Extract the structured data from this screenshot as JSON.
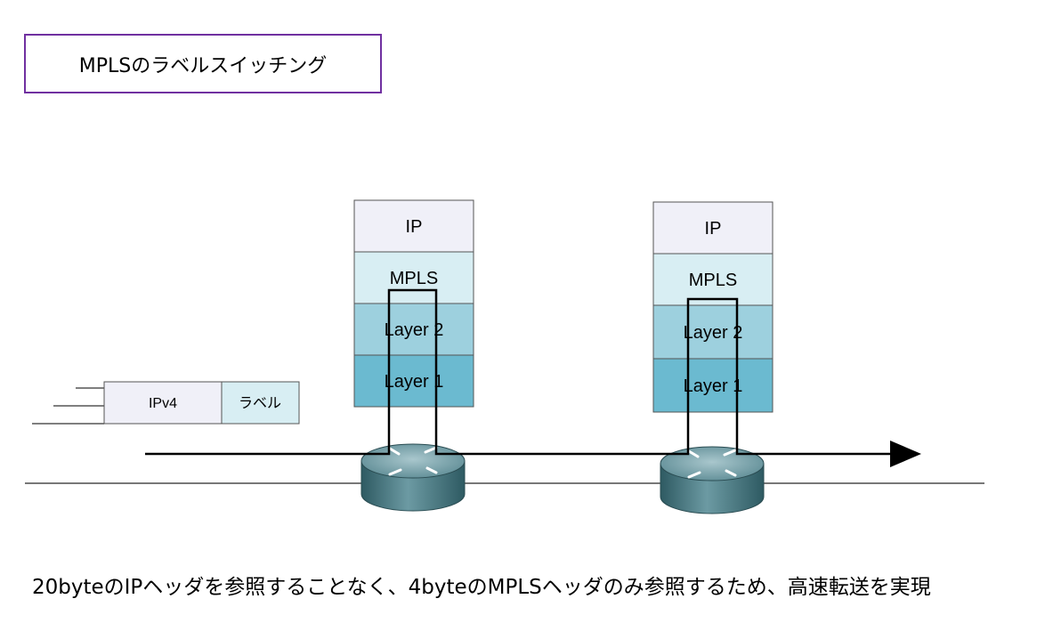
{
  "title": "MPLSのラベルスイッチング",
  "packet": {
    "ipv4_label": "IPv4",
    "label_label": "ラベル"
  },
  "stacks": [
    {
      "layers": [
        "IP",
        "MPLS",
        "Layer 2",
        "Layer 1"
      ]
    },
    {
      "layers": [
        "IP",
        "MPLS",
        "Layer 2",
        "Layer 1"
      ]
    }
  ],
  "colors": {
    "title_border": "#7030a0",
    "layer_ip": "#f0f0f8",
    "layer_mpls": "#d8eef3",
    "layer_l2": "#9dd0de",
    "layer_l1": "#6bbad0",
    "packet_ipv4": "#f0f0f8",
    "packet_label": "#d8eef3",
    "router_top": "#7ea4ac",
    "router_side": "#3d6f78"
  },
  "caption": "20byteのIPヘッダを参照することなく、4byteのMPLSヘッダのみ参照するため、高速転送を実現"
}
